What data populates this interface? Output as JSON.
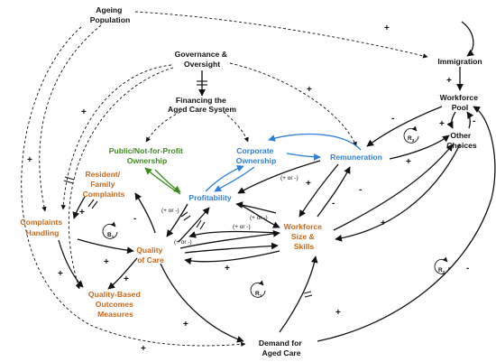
{
  "nodes": {
    "ageing": [
      "Ageing",
      "Population"
    ],
    "immigration": [
      "Immigration"
    ],
    "governance": [
      "Governance &",
      "Oversight"
    ],
    "financing": [
      "Financing the",
      "Aged Care System"
    ],
    "workforce_pool": [
      "Workforce",
      "Pool"
    ],
    "other_choices": [
      "Other",
      "Choices"
    ],
    "public_ownership": [
      "Public/Not-for-Profit",
      "Ownership"
    ],
    "corporate_ownership": [
      "Corporate",
      "Ownership"
    ],
    "remuneration": [
      "Remuneration"
    ],
    "complaints": [
      "Resident/",
      "Family",
      "Complaints"
    ],
    "profitability": [
      "Profitability"
    ],
    "complaints_handling": [
      "Complaints",
      "Handling"
    ],
    "workforce_size": [
      "Workforce",
      "Size &",
      "Skills"
    ],
    "quality_of_care": [
      "Quality",
      "of Care"
    ],
    "outcome_measures": [
      "Quality-Based",
      "Outcomes",
      "Measures"
    ],
    "demand": [
      "Demand for",
      "Aged Care"
    ]
  },
  "loops": {
    "b1": "B",
    "b1_sub": "1",
    "r1": "R",
    "r1_sub": "1",
    "r2": "R",
    "r2_sub": "2",
    "r3": "R",
    "r3_sub": "3"
  },
  "polarities": {
    "plus": "+",
    "minus": "-",
    "either": "(+ or -)"
  },
  "colors": {
    "black": "#111111",
    "green": "#3d8b1f",
    "blue": "#2e7fd9",
    "orange": "#c8681a"
  }
}
